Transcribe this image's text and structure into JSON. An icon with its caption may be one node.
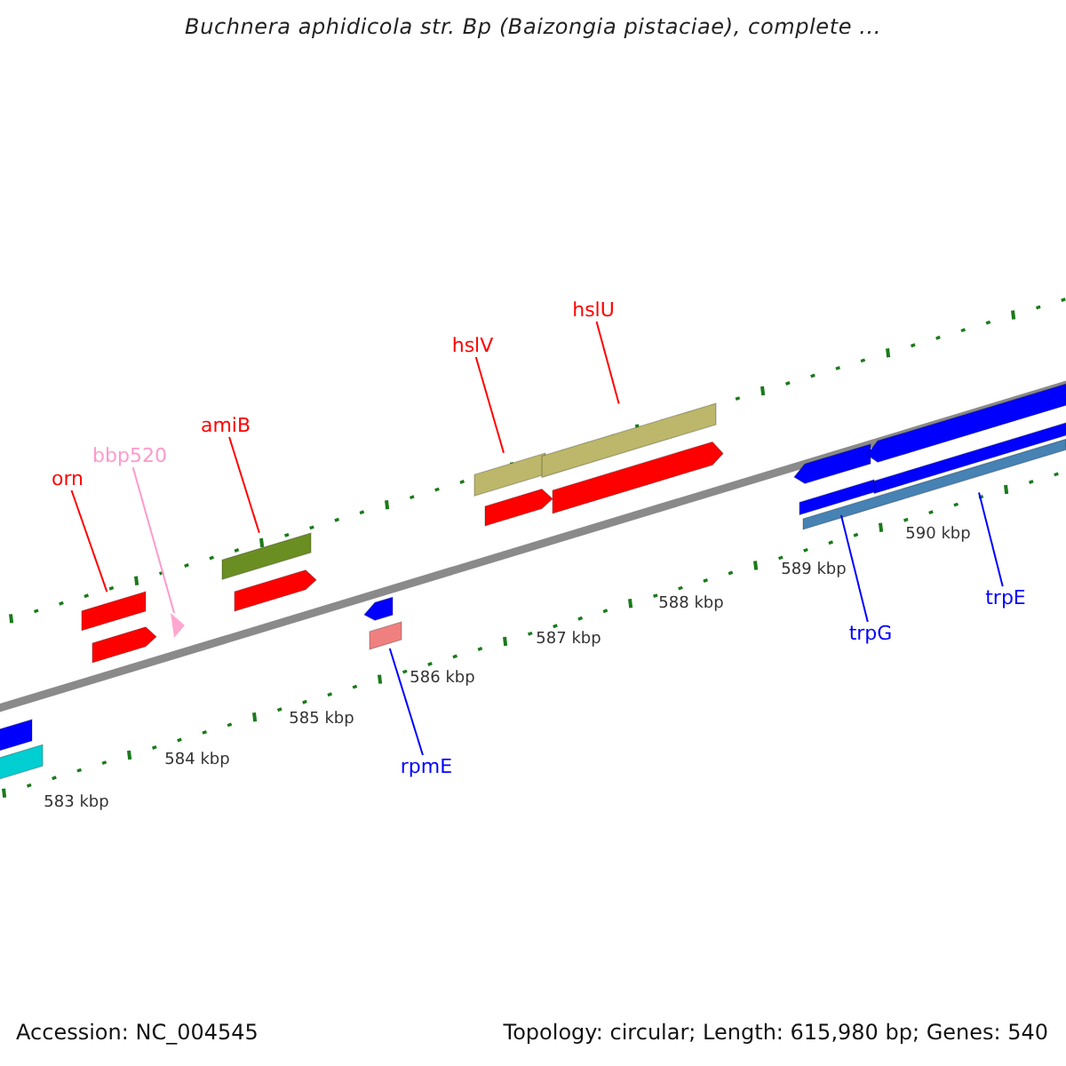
{
  "diagram": {
    "title": "Buchnera aphidicola str. Bp (Baizongia pistaciae), complete ...",
    "nodes": [
      {
        "text": [
          "orn"
        ]
      },
      {
        "text": [
          "bbp520"
        ]
      },
      {
        "text": [
          "amiB"
        ]
      },
      {
        "text": [
          "hslV"
        ]
      },
      {
        "text": [
          "hslU"
        ]
      },
      {
        "text": [
          "rpmE"
        ]
      },
      {
        "text": [
          "trpG"
        ]
      },
      {
        "text": [
          "trpE"
        ]
      },
      {
        "text": [],
        "shape": "bar"
      },
      {
        "text": [],
        "shape": "triangle"
      },
      {
        "text": [],
        "shape": "bar"
      },
      {
        "text": [],
        "shape": "bar"
      },
      {
        "text": [],
        "shape": "bar"
      },
      {
        "text": [],
        "shape": "bar"
      },
      {
        "text": [],
        "shape": "bar"
      },
      {
        "text": [],
        "shape": "bar"
      }
    ],
    "edges": [
      {
        "from": 0,
        "to": 8,
        "arrow": "none"
      },
      {
        "from": 1,
        "to": 9,
        "arrow": "none",
        "color": "#ff99cc"
      },
      {
        "from": 2,
        "to": 10,
        "arrow": "none"
      },
      {
        "from": 3,
        "to": 11,
        "arrow": "none"
      },
      {
        "from": 4,
        "to": 12,
        "arrow": "none"
      },
      {
        "from": 5,
        "to": 13,
        "arrow": "none",
        "color": "#0000ff"
      },
      {
        "from": 6,
        "to": 14,
        "arrow": "none",
        "color": "#0000ff"
      },
      {
        "from": 7,
        "to": 15,
        "arrow": "none",
        "color": "#0000ff"
      }
    ],
    "labels": [
      "583 kbp",
      "584 kbp",
      "585 kbp",
      "586 kbp",
      "587 kbp",
      "588 kbp",
      "589 kbp",
      "590 kbp",
      "Accession: NC_004545",
      "Topology: circular; Length: 615,980 bp; Genes: 540"
    ]
  }
}
